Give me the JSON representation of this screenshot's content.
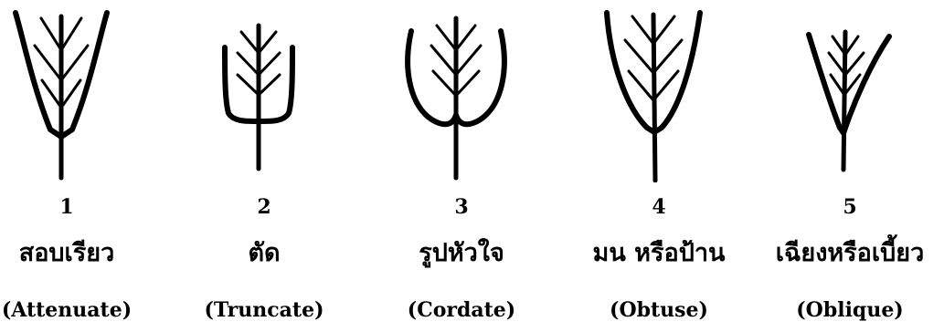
{
  "leaf_bases": [
    {
      "number": "1",
      "thai": "สอบเรียว",
      "english": "(Attenuate)"
    },
    {
      "number": "2",
      "thai": "ตัด",
      "english": "(Truncate)"
    },
    {
      "number": "3",
      "thai": "รูปหัวใจ",
      "english": "(Cordate)"
    },
    {
      "number": "4",
      "thai": "มน หรือป้าน",
      "english": "(Obtuse)"
    },
    {
      "number": "5",
      "thai": "เฉียงหรือเบี้ยว",
      "english": "(Oblique)"
    }
  ],
  "colors": {
    "ink": "#000000",
    "background": "#ffffff"
  }
}
